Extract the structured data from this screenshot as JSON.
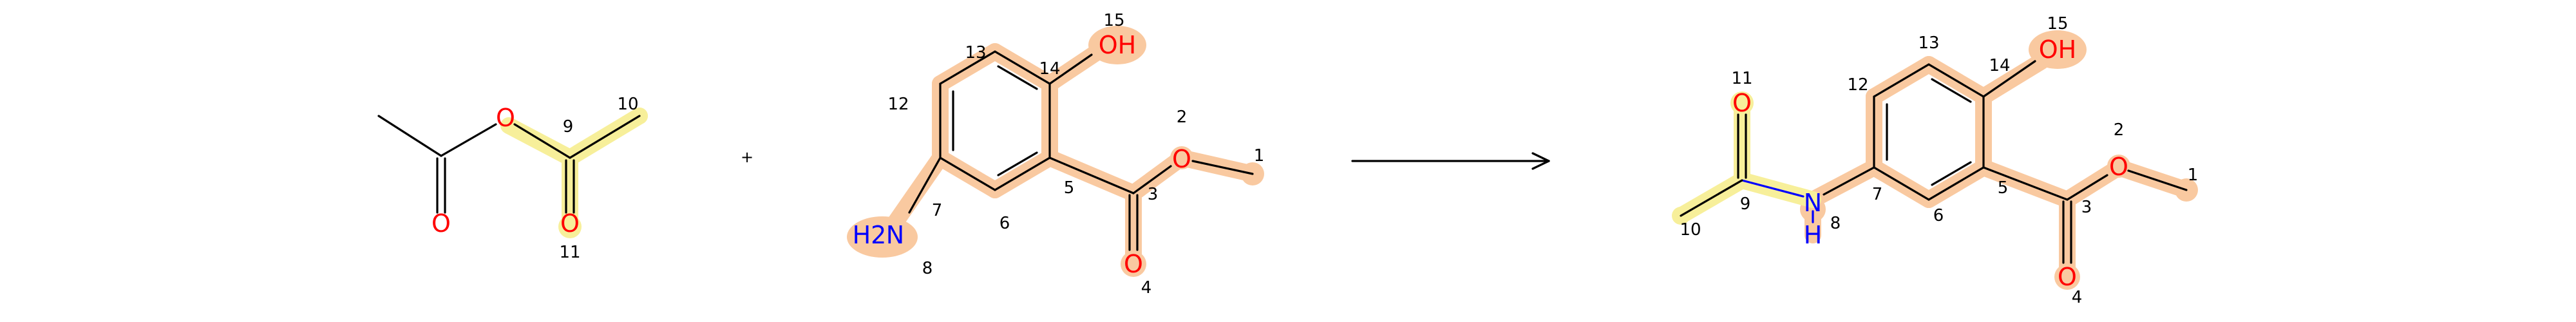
{
  "reactant1": {
    "atoms": {
      "O_bridge": "O",
      "O_carbonyl_left": "O",
      "O_carbonyl_9": "O"
    },
    "indices": {
      "i9": "9",
      "i10": "10",
      "i11": "11"
    }
  },
  "plus": "+",
  "reactant2": {
    "atoms": {
      "OH": "OH",
      "O2": "O",
      "O4": "O",
      "N": "N",
      "H2": "H2"
    },
    "indices": {
      "i1": "1",
      "i2": "2",
      "i3": "3",
      "i4": "4",
      "i5": "5",
      "i6": "6",
      "i7": "7",
      "i8": "8",
      "i12": "12",
      "i13": "13",
      "i14": "14",
      "i15": "15"
    }
  },
  "product": {
    "atoms": {
      "O11": "O",
      "N": "N",
      "H": "H",
      "OH": "OH",
      "O2": "O",
      "O4": "O"
    },
    "indices": {
      "i1": "1",
      "i2": "2",
      "i3": "3",
      "i4": "4",
      "i5": "5",
      "i6": "6",
      "i7": "7",
      "i8": "8",
      "i9": "9",
      "i10": "10",
      "i11": "11",
      "i12": "12",
      "i13": "13",
      "i14": "14",
      "i15": "15"
    }
  },
  "colors": {
    "carbon": "#000000",
    "oxygen": "#ff0000",
    "nitrogen": "#0000ff",
    "highlight_orange": "#f9c9a0",
    "highlight_yellow": "#f7ef9a"
  }
}
